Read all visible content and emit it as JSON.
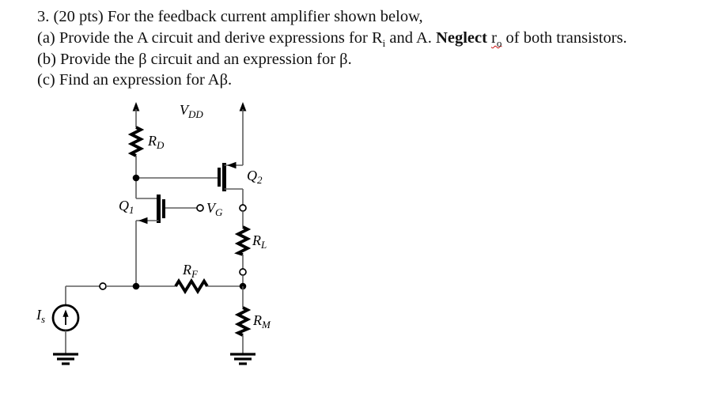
{
  "colors": {
    "background": "#ffffff",
    "text": "#111111",
    "wire": "#5e5e5e",
    "component": "#000000",
    "spellcheck_squiggle": "#cc1111"
  },
  "problem": {
    "line1": "3. (20 pts) For the feedback current amplifier shown below,",
    "line2_pre": "(a) Provide the A circuit and derive expressions for R",
    "line2_ri_sub": "i",
    "line2_mid": " and A. ",
    "line2_bold": "Neglect ",
    "line2_ro_main": "r",
    "line2_ro_sub": "o",
    "line2_post": " of both transistors.",
    "line3": "(b) Provide the β circuit and an expression for β.",
    "line4": "(c) Find an expression for Aβ."
  },
  "circuit": {
    "labels": {
      "vdd": {
        "main": "V",
        "sub": "DD"
      },
      "rd": {
        "main": "R",
        "sub": "D"
      },
      "q1": {
        "main": "Q",
        "sub": "1"
      },
      "q2": {
        "main": "Q",
        "sub": "2"
      },
      "vg": {
        "main": "V",
        "sub": "G"
      },
      "rl": {
        "main": "R",
        "sub": "L"
      },
      "rf": {
        "main": "R",
        "sub": "F"
      },
      "rm": {
        "main": "R",
        "sub": "M"
      },
      "is": {
        "main": "I",
        "sub": "s"
      }
    }
  }
}
